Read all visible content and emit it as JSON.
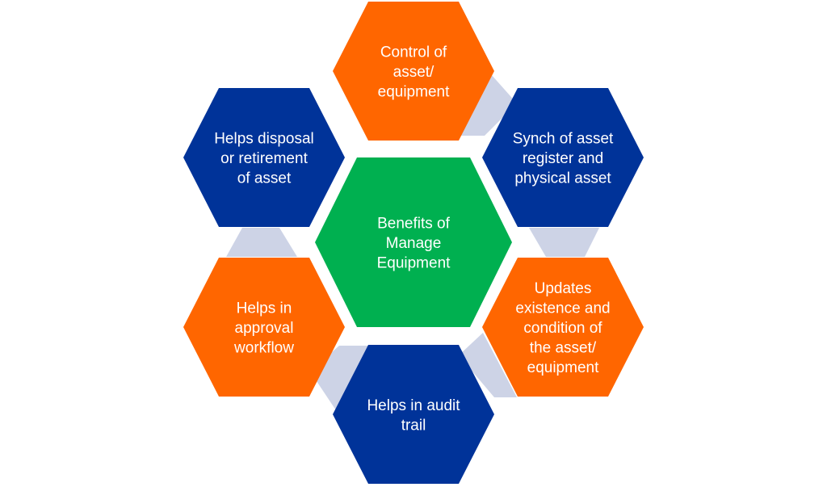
{
  "diagram": {
    "center": {
      "lines": [
        "Benefits of",
        "Manage",
        "Equipment"
      ],
      "color": "#00b050"
    },
    "nodes": [
      {
        "id": "control",
        "lines": [
          "Control of",
          "asset/",
          "equipment"
        ],
        "color": "#ff6600"
      },
      {
        "id": "synch",
        "lines": [
          "Synch of asset",
          "register and",
          "physical asset"
        ],
        "color": "#003399"
      },
      {
        "id": "updates",
        "lines": [
          "Updates",
          "existence and",
          "condition of",
          "the asset/",
          "equipment"
        ],
        "color": "#ff6600"
      },
      {
        "id": "audit",
        "lines": [
          "Helps in audit",
          "trail"
        ],
        "color": "#003399"
      },
      {
        "id": "approval",
        "lines": [
          "Helps in",
          "approval",
          "workflow"
        ],
        "color": "#ff6600"
      },
      {
        "id": "disposal",
        "lines": [
          "Helps disposal",
          "or retirement",
          "of asset"
        ],
        "color": "#003399"
      }
    ],
    "connector_color": "#cdd3e6"
  }
}
